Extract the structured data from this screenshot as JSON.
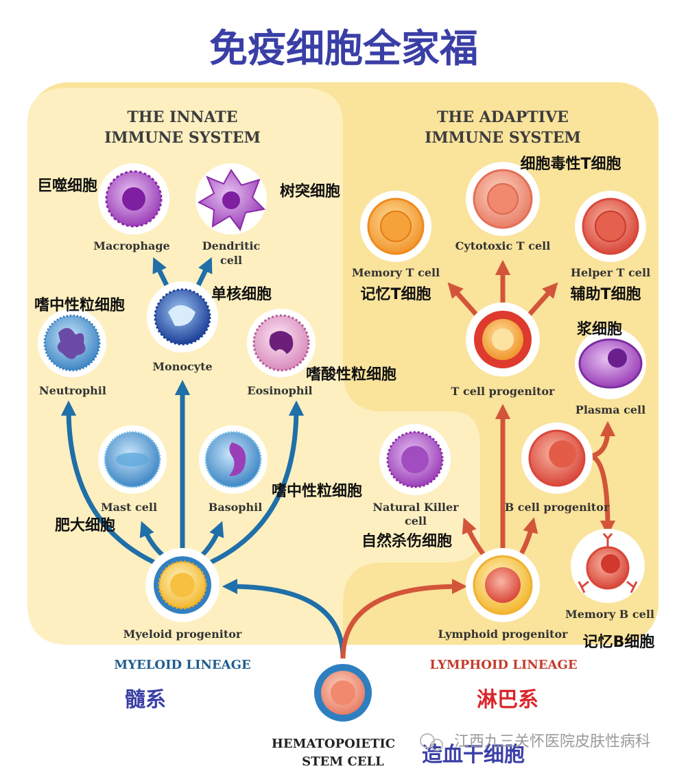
{
  "title": "免疫细胞全家福",
  "innate_system": {
    "line1": "THE INNATE",
    "line2": "IMMUNE SYSTEM"
  },
  "adaptive_system": {
    "line1": "THE ADAPTIVE",
    "line2": "IMMUNE SYSTEM"
  },
  "cells": {
    "macrophage": {
      "en": "Macrophage",
      "zh": "巨噬细胞"
    },
    "dendritic": {
      "en_line1": "Dendritic",
      "en_line2": "cell",
      "zh": "树突细胞"
    },
    "monocyte": {
      "en": "Monocyte",
      "zh": "单核细胞"
    },
    "neutrophil": {
      "en": "Neutrophil",
      "zh": "嗜中性粒细胞"
    },
    "eosinophil": {
      "en": "Eosinophil",
      "zh": "嗜酸性粒细胞"
    },
    "mast": {
      "en": "Mast cell",
      "zh": "肥大细胞"
    },
    "basophil": {
      "en": "Basophil",
      "zh": "嗜中性粒细胞"
    },
    "myeloid_progenitor": {
      "en": "Myeloid progenitor"
    },
    "memory_t": {
      "en": "Memory T cell",
      "zh": "记忆T细胞"
    },
    "cytotoxic_t": {
      "en": "Cytotoxic T cell",
      "zh": "细胞毒性T细胞"
    },
    "helper_t": {
      "en": "Helper T cell",
      "zh": "辅助T细胞"
    },
    "t_progenitor": {
      "en": "T cell progenitor"
    },
    "plasma": {
      "en": "Plasma cell",
      "zh": "浆细胞"
    },
    "natural_killer": {
      "en_line1": "Natural Killer",
      "en_line2": "cell",
      "zh": "自然杀伤细胞"
    },
    "b_progenitor": {
      "en": "B cell progenitor"
    },
    "memory_b": {
      "en": "Memory B cell",
      "zh": "记忆B细胞"
    },
    "lymphoid_progenitor": {
      "en": "Lymphoid progenitor"
    },
    "stem": {
      "en_line1": "HEMATOPOIETIC",
      "en_line2": "STEM CELL",
      "zh": "造血干细胞"
    }
  },
  "lineages": {
    "myeloid": {
      "en": "MYELOID LINEAGE",
      "zh": "髓系"
    },
    "lymphoid": {
      "en": "LYMPHOID LINEAGE",
      "zh": "淋巴系"
    }
  },
  "watermark": "江西九三关怀医院皮肤性病科",
  "colors": {
    "title": "#3a3fa6",
    "panel": "#fae39b",
    "panel_inner": "#fdefc0",
    "myeloid_arrow": "#1f6fa8",
    "lymphoid_arrow": "#d2553a",
    "heading": "#3d3d3d",
    "myeloid_label": "#1f5d8f",
    "lymphoid_label": "#c43b2c"
  }
}
